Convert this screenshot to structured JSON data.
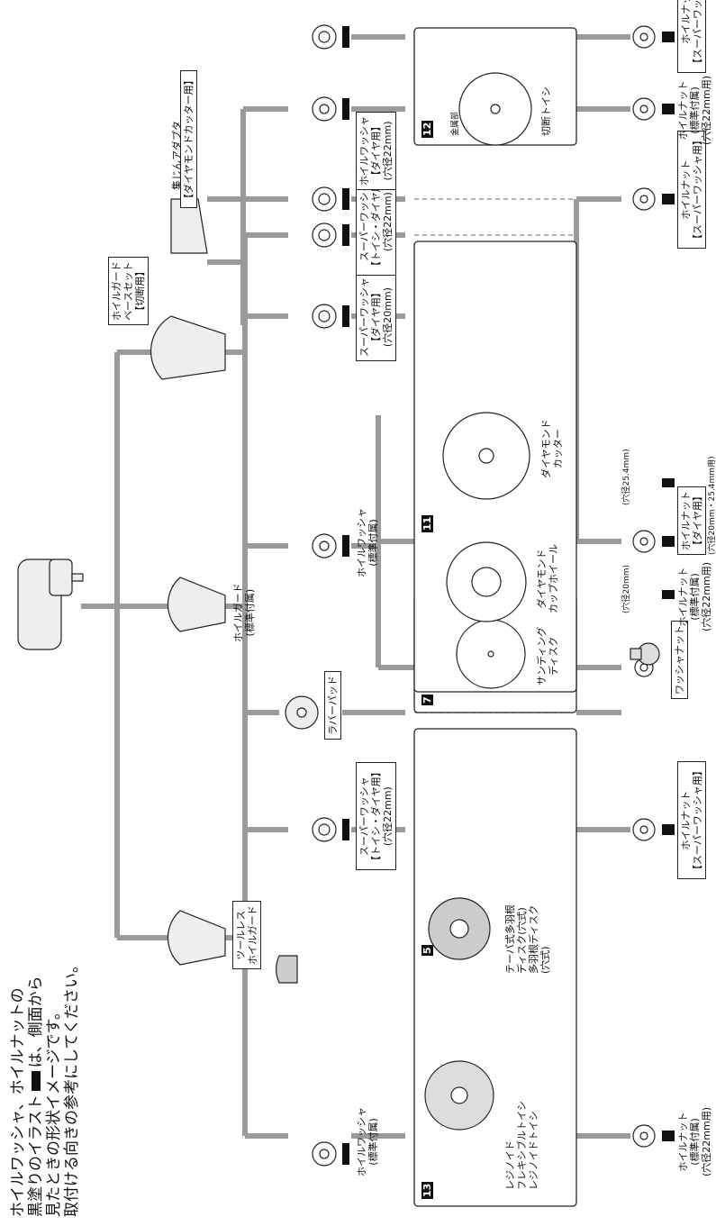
{
  "note": {
    "line1": "ホイルワッシャ、ホイルナットの",
    "line2": "黒塗りのイラスト",
    "line2b": "は、側面から",
    "line3": "見たときの形状イメージです。",
    "line4": "取付ける向きの参考にしてください。"
  },
  "guards": {
    "toolless": [
      "ツールレス",
      "ホイルガード"
    ],
    "standard": [
      "ホイルガード",
      "(標準付属)"
    ],
    "cutting": [
      "ホイルガード",
      "ベースセット",
      "【切断用】"
    ],
    "adapter": [
      "集じんアダプタ",
      "【ダイヤモンドカッター用】"
    ]
  },
  "washers": {
    "std": [
      "ホイルワッシャ",
      "(標準付属)"
    ],
    "super_22": [
      "スーパーワッシャ",
      "【トイシ・ダイヤ用】",
      "(穴径22mm)"
    ],
    "super_dia20": [
      "スーパーワッシャ",
      "【ダイヤ用】",
      "(穴径20mm)"
    ],
    "wheel_dia22": [
      "ホイルワッシャ",
      "【ダイヤ用】",
      "(穴径22mm)"
    ],
    "rubber_pad": "ラバーパッド"
  },
  "nuts": {
    "std": [
      "ホイルナット",
      "(標準付属)",
      "(穴径22mm用)"
    ],
    "super": [
      "ホイルナット",
      "【スーパーワッシャ用】"
    ],
    "dia": [
      "ホイルナット",
      "【ダイヤ用】",
      "(穴径20mm・25.4mm用)"
    ],
    "hole20": "(穴径20mm)",
    "hole254": "(穴径25.4mm)",
    "washer_nut": "ワッシャナット"
  },
  "panels": {
    "p13": {
      "num": "13",
      "items": [
        "レジノイド",
        "フレキシブルトイシ",
        "レジノイドトイシ"
      ]
    },
    "p5": {
      "num": "5",
      "items": [
        "テーパ式多羽根",
        "ディスク(穴式)",
        "多羽根ディスク",
        "(穴式)"
      ]
    },
    "p7": {
      "num": "7",
      "items": [
        "サンディング",
        "ディスク"
      ]
    },
    "p11": {
      "num": "11",
      "cup": [
        "ダイヤモンド",
        "カップホイール"
      ],
      "cutter": [
        "ダイヤモンド",
        "カッター"
      ]
    },
    "p12": {
      "num": "12",
      "items": [
        "切断トイシ"
      ],
      "metal": "金属部"
    }
  },
  "colors": {
    "line": "#9a9a9a",
    "dark": "#111111"
  }
}
